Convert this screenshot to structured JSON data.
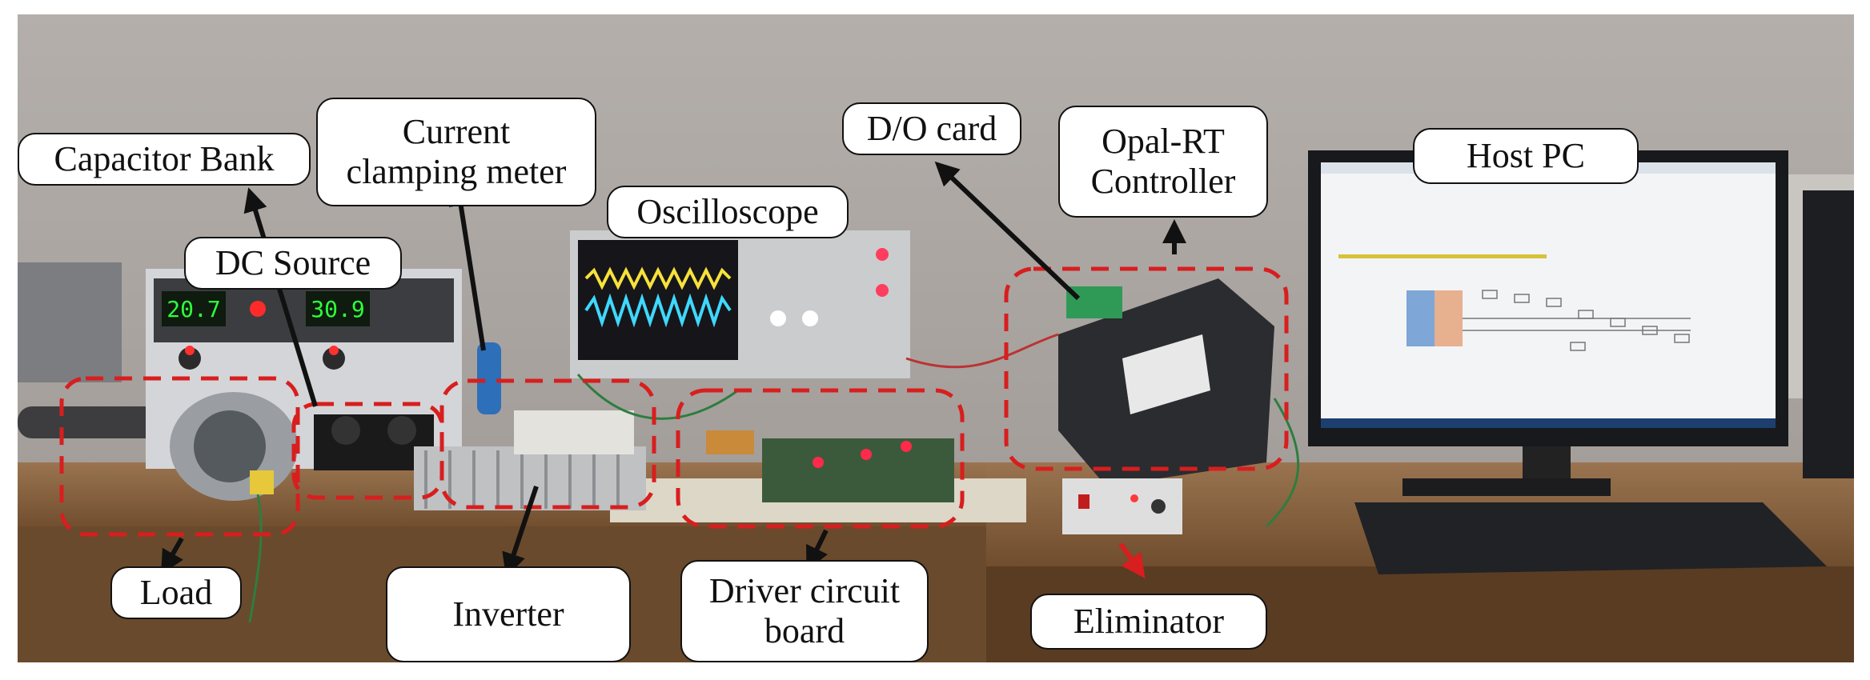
{
  "figure": {
    "labels": {
      "capacitor_bank": "Capacitor Bank",
      "current_meter_line1": "Current",
      "current_meter_line2": "clamping meter",
      "dc_source": "DC Source",
      "oscilloscope": "Oscilloscope",
      "do_card": "D/O card",
      "opal_line1": "Opal-RT",
      "opal_line2": "Controller",
      "host_pc": "Host PC",
      "load": "Load",
      "inverter": "Inverter",
      "driver_line1": "Driver circuit",
      "driver_line2": "board",
      "eliminator": "Eliminator"
    },
    "dc_source_display_left": "20.7",
    "dc_source_display_right": "30.9",
    "colors": {
      "annotation_box": "#d81e1e",
      "arrow": "#111111",
      "highlight_arrow": "#d81e1e",
      "wall": "#a8a39f",
      "table": "#8a6440",
      "display_digits": "#2eff3a",
      "scope_trace_yellow": "#f6e23a",
      "scope_trace_cyan": "#3fd8ff"
    }
  }
}
